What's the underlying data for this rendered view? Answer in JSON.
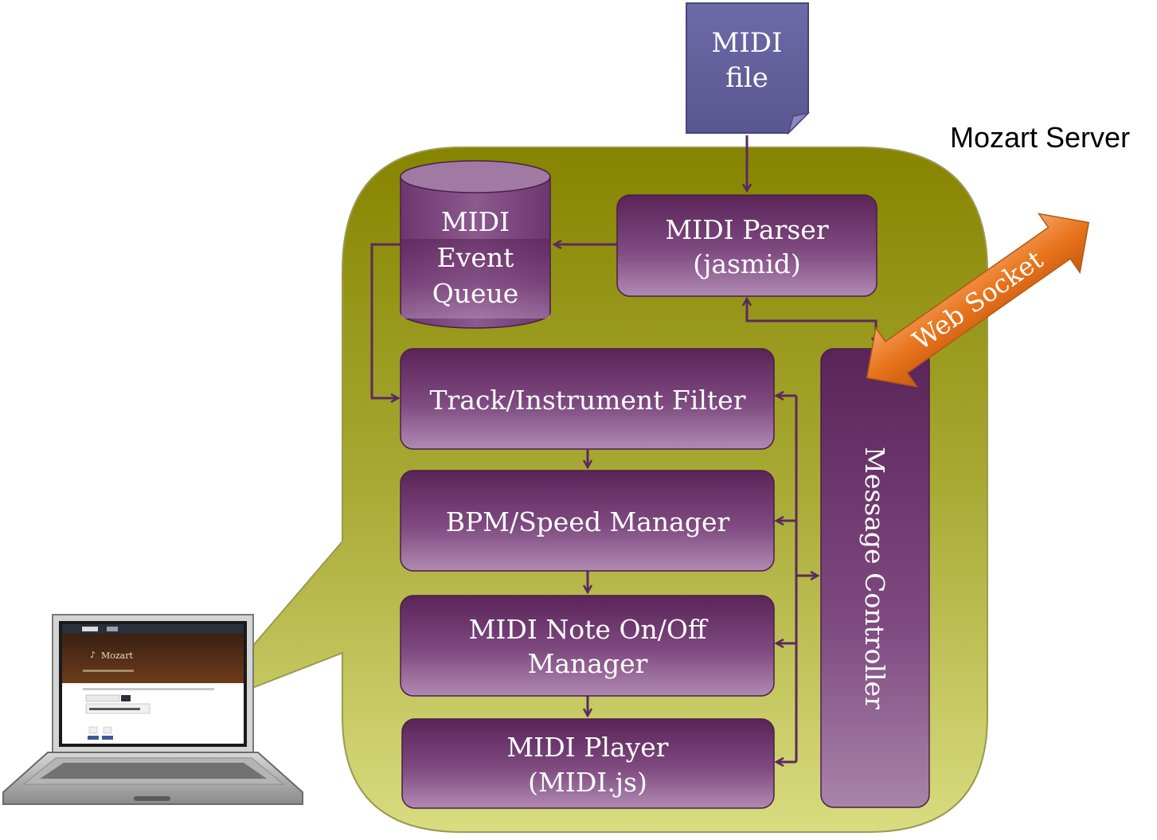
{
  "server": {
    "title": "Mozart Server"
  },
  "midi_file": {
    "line1": "MIDI",
    "line2": "file"
  },
  "queue": {
    "line1": "MIDI",
    "line2": "Event",
    "line3": "Queue"
  },
  "parser": {
    "line1": "MIDI Parser",
    "line2": "(jasmid)"
  },
  "filter": {
    "label": "Track/Instrument Filter"
  },
  "bpm": {
    "label": "BPM/Speed Manager"
  },
  "noteonoff": {
    "line1": "MIDI Note On/Off",
    "line2": "Manager"
  },
  "player": {
    "line1": "MIDI Player",
    "line2": "(MIDI.js)"
  },
  "controller": {
    "label": "Message Controller"
  },
  "websocket": {
    "label": "Web Socket"
  },
  "laptop": {
    "app_title": "Mozart"
  },
  "colors": {
    "server_body": "#a8aa2e",
    "box_purple": "#6b2f6e",
    "arrow": "#5a2a5e",
    "file_blue": "#5e5a98",
    "websocket_orange": "#e8761e"
  }
}
